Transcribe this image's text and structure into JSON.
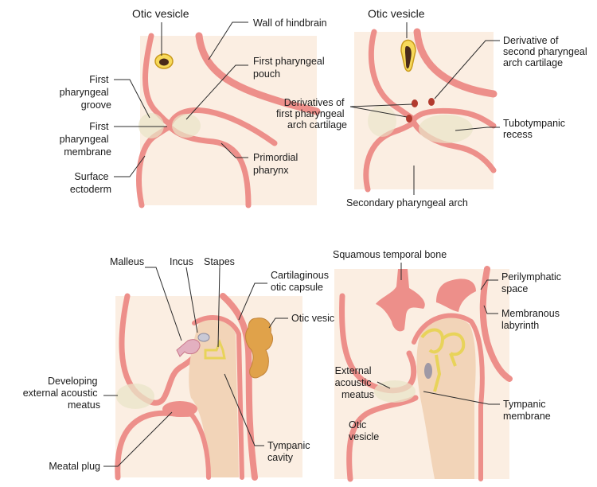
{
  "colors": {
    "tissue": "#fbeee2",
    "membrane": "#ed8f8a",
    "membrane_dark": "#d9666a",
    "cavity": "#f2d4b8",
    "ossicle": "#f7eb9a",
    "otic_vesicle": "#e0a24a",
    "cartilage": "#b23a2e",
    "leader": "#2b2b2b"
  },
  "panel_top_left": {
    "otic_vesicle": "Otic vesicle",
    "wall_of_hindbrain": "Wall of hindbrain",
    "first_pharyngeal_pouch": [
      "First pharyngeal",
      "pouch"
    ],
    "first_pharyngeal_groove": [
      "First",
      "pharyngeal",
      "groove"
    ],
    "first_pharyngeal_membrane": [
      "First",
      "pharyngeal",
      "membrane"
    ],
    "primordial_pharynx": [
      "Primordial",
      "pharynx"
    ],
    "surface_ectoderm": [
      "Surface",
      "ectoderm"
    ]
  },
  "panel_top_right": {
    "otic_vesicle": "Otic vesicle",
    "derivative_second_arch": [
      "Derivative of",
      "second pharyngeal",
      "arch cartilage"
    ],
    "derivatives_first_arch": [
      "Derivatives of",
      "first pharyngeal",
      "arch cartilage"
    ],
    "tubotympanic_recess": [
      "Tubotympanic",
      "recess"
    ],
    "secondary_pharyngeal_arch": "Secondary pharyngeal arch"
  },
  "panel_bottom_left": {
    "malleus": "Malleus",
    "incus": "Incus",
    "stapes": "Stapes",
    "cartilaginous_otic_capsule": [
      "Cartilaginous",
      "otic capsule"
    ],
    "otic_vesicle": "Otic vesicle",
    "developing_eam": [
      "Developing",
      "external acoustic",
      "meatus"
    ],
    "meatal_plug": "Meatal plug",
    "tympanic_cavity": [
      "Tympanic",
      "cavity"
    ]
  },
  "panel_bottom_right": {
    "squamous_temporal_bone": "Squamous temporal bone",
    "perilymphatic_space": [
      "Perilymphatic",
      "space"
    ],
    "membranous_labyrinth": [
      "Membranous",
      "labyrinth"
    ],
    "external_acoustic_meatus": [
      "External",
      "acoustic",
      "meatus"
    ],
    "tympanic_membrane": [
      "Tympanic",
      "membrane"
    ],
    "otic_vesicle": [
      "Otic",
      "vesicle"
    ]
  }
}
